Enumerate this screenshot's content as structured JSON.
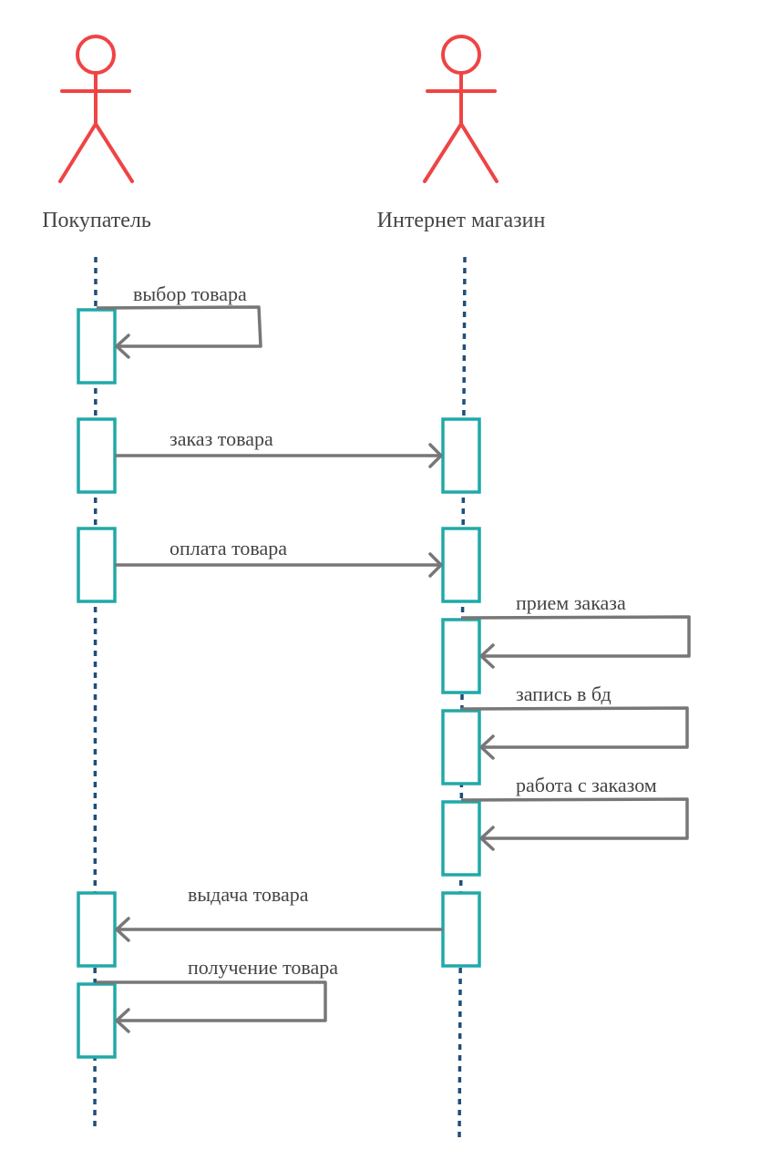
{
  "actors": [
    {
      "label": "Покупатель"
    },
    {
      "label": "Интернет магазин"
    }
  ],
  "messages": [
    {
      "label": "выбор товара"
    },
    {
      "label": "заказ товара"
    },
    {
      "label": "оплата товара"
    },
    {
      "label": "прием заказа"
    },
    {
      "label": "запись в бд"
    },
    {
      "label": "работа с заказом"
    },
    {
      "label": "выдача товара"
    },
    {
      "label": "получение товара"
    }
  ],
  "colors": {
    "actor": "#ef4444",
    "lifeline": "#1f4e79",
    "activation": "#20a9a9",
    "message": "#777777"
  }
}
